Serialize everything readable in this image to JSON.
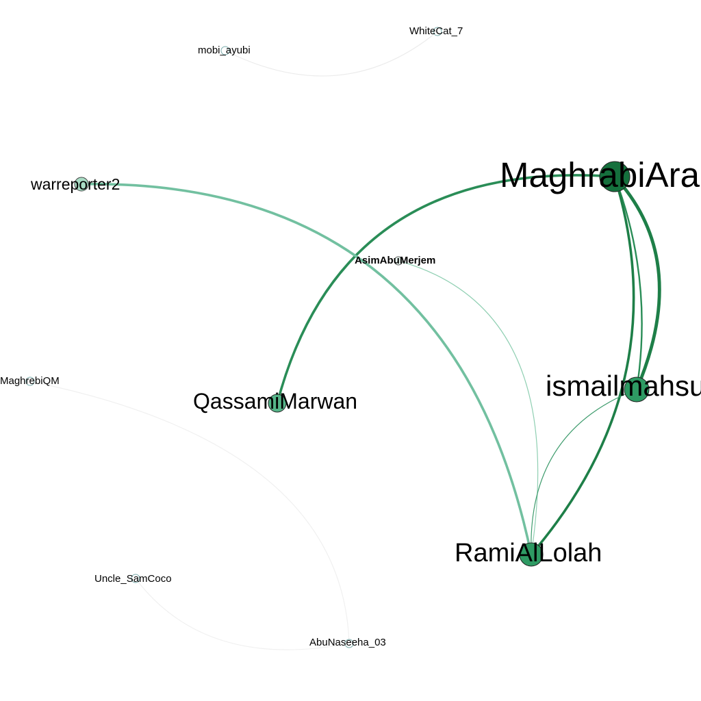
{
  "graph": {
    "nodes": [
      {
        "id": "MaghrabiArabi",
        "label": "MaghrabiArabi",
        "fill": "#15703d",
        "degree": 5
      },
      {
        "id": "ismailmahsud",
        "label": "ismailmahsud",
        "fill": "#2e9a63",
        "degree": 4
      },
      {
        "id": "RamiAlLolah",
        "label": "RamiAlLolah",
        "fill": "#2e9a63",
        "degree": 4
      },
      {
        "id": "QassamiMarwan",
        "label": "QassamiMarwan",
        "fill": "#55b488",
        "degree": 2
      },
      {
        "id": "warreporter2",
        "label": "warreporter2",
        "fill": "#a9dcc4",
        "degree": 1
      },
      {
        "id": "AsimAbuMerjem",
        "label": "AsimAbuMerjem",
        "fill": "#eaf7f1",
        "degree": 1
      },
      {
        "id": "WhiteCat_7",
        "label": "WhiteCat_7",
        "fill": "#ffffff",
        "degree": 1
      },
      {
        "id": "mobi_ayubi",
        "label": "mobi_ayubi",
        "fill": "#ffffff",
        "degree": 1
      },
      {
        "id": "MaghrebiQM",
        "label": "MaghrebiQM",
        "fill": "#ffffff",
        "degree": 1
      },
      {
        "id": "Uncle_SamCoco",
        "label": "Uncle_SamCoco",
        "fill": "#ffffff",
        "degree": 1
      },
      {
        "id": "AbuNaseeha_03",
        "label": "AbuNaseeha_03",
        "fill": "#ffffff",
        "degree": 1
      }
    ],
    "edges": [
      {
        "source": "MaghrabiArabi",
        "target": "QassamiMarwan",
        "color": "#2a8d57",
        "weight": 3
      },
      {
        "source": "MaghrabiArabi",
        "target": "ismailmahsud",
        "color": "#1e7f48",
        "weight": 4
      },
      {
        "source": "MaghrabiArabi",
        "target": "ismailmahsud",
        "color": "#2a8d57",
        "weight": 2
      },
      {
        "source": "MaghrabiArabi",
        "target": "RamiAlLolah",
        "color": "#1e7f48",
        "weight": 3
      },
      {
        "source": "warreporter2",
        "target": "RamiAlLolah",
        "color": "#72c0a0",
        "weight": 3
      },
      {
        "source": "AsimAbuMerjem",
        "target": "RamiAlLolah",
        "color": "#8fcfb2",
        "weight": 1
      },
      {
        "source": "ismailmahsud",
        "target": "RamiAlLolah",
        "color": "#3d9b6c",
        "weight": 1
      },
      {
        "source": "mobi_ayubi",
        "target": "WhiteCat_7",
        "color": "#ececec",
        "weight": 1
      },
      {
        "source": "MaghrebiQM",
        "target": "AbuNaseeha_03",
        "color": "#f0f0f0",
        "weight": 1
      },
      {
        "source": "Uncle_SamCoco",
        "target": "AbuNaseeha_03",
        "color": "#f0f0f0",
        "weight": 1
      }
    ]
  }
}
